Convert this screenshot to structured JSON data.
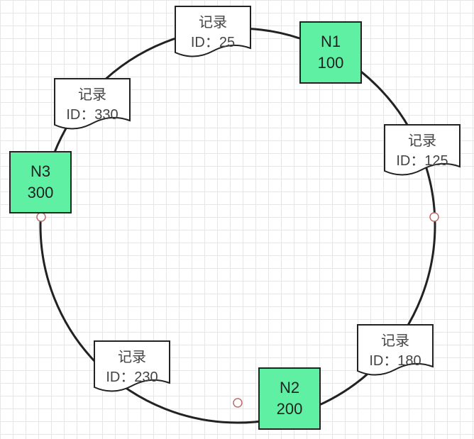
{
  "nodes": [
    {
      "name": "N1",
      "value": "100"
    },
    {
      "name": "N2",
      "value": "200"
    },
    {
      "name": "N3",
      "value": "300"
    }
  ],
  "records": [
    {
      "title": "记录",
      "id_text": "ID：25"
    },
    {
      "title": "记录",
      "id_text": "ID：125"
    },
    {
      "title": "记录",
      "id_text": "ID：180"
    },
    {
      "title": "记录",
      "id_text": "ID：230"
    },
    {
      "title": "记录",
      "id_text": "ID：330"
    }
  ],
  "colors": {
    "node_fill": "#5ff0a4",
    "stroke": "#222222",
    "marker_fill": "#ffffff",
    "marker_stroke": "#c06a6a"
  }
}
